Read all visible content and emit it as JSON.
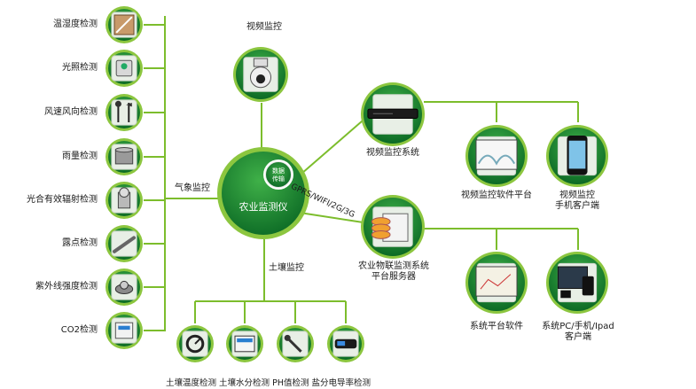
{
  "colors": {
    "line": "#7cbd2c",
    "ring": "#8cc63f",
    "disc_dark": "#0c6a25",
    "disc_light": "#3fb048",
    "icon_bg": "#e8efe6"
  },
  "left_sensors": [
    {
      "label": "温湿度检测",
      "icon": "thermo-hygrometer-icon"
    },
    {
      "label": "光照检测",
      "icon": "light-sensor-icon"
    },
    {
      "label": "风速风向检测",
      "icon": "wind-sensor-icon"
    },
    {
      "label": "雨量检测",
      "icon": "rain-gauge-icon"
    },
    {
      "label": "光合有效辐射检测",
      "icon": "par-sensor-icon"
    },
    {
      "label": "露点检测",
      "icon": "dew-point-sensor-icon"
    },
    {
      "label": "紫外线强度检测",
      "icon": "uv-sensor-icon"
    },
    {
      "label": "CO2检测",
      "icon": "co2-sensor-icon"
    }
  ],
  "weather_label": "气象监控",
  "video_label": "视频监控",
  "soil_label": "土壤监控",
  "center": {
    "title": "农业监测仪",
    "badge": [
      "数据",
      "传输"
    ]
  },
  "network_label": "GPRS/WIFI/2G/3G",
  "video_system": {
    "label": "视频监控系统",
    "icon": "dvr-recorder-icon"
  },
  "video_software": {
    "label": "视频监控软件平台",
    "icon": "greenhouse-screen-icon"
  },
  "video_mobile": {
    "label": [
      "视频监控",
      "手机客户端"
    ],
    "icon": "smartphone-icon"
  },
  "server": {
    "label": [
      "农业物联监测系统",
      "平台服务器"
    ],
    "icon": "server-icon"
  },
  "platform_software": {
    "label": "系统平台软件",
    "icon": "map-screen-icon"
  },
  "platform_clients": {
    "label": [
      "系统PC/手机/Ipad",
      "客户端"
    ],
    "icon": "multi-device-icon"
  },
  "soil_sensors": [
    {
      "label": "土壤温度检测",
      "icon": "soil-temperature-icon"
    },
    {
      "label": "土壤水分检测",
      "icon": "soil-moisture-icon"
    },
    {
      "label": "PH值检测",
      "icon": "ph-probe-icon"
    },
    {
      "label": "盐分电导率检测",
      "icon": "salinity-meter-icon"
    }
  ],
  "camera_icon": "dome-camera-icon"
}
